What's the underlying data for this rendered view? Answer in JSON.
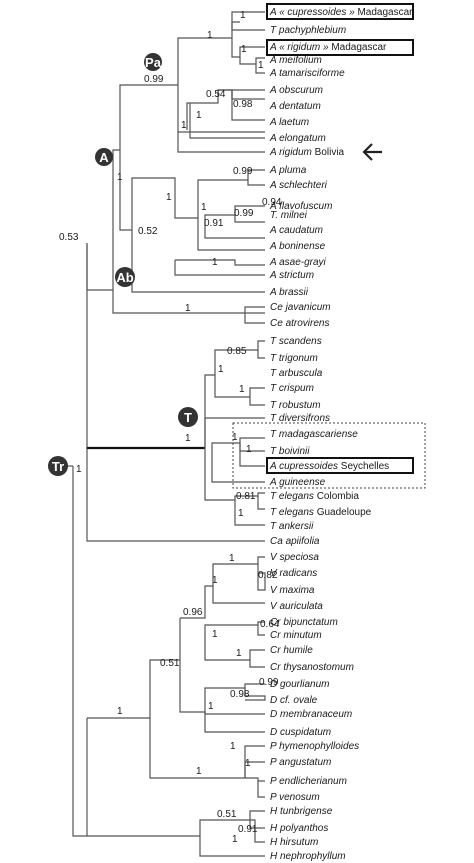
{
  "node_labels": {
    "pa": "Pa",
    "a": "A",
    "ab": "Ab",
    "t": "T",
    "tr": "Tr"
  },
  "supports": {
    "root": "1",
    "ir": "1",
    "a_crown": "0.53",
    "a_node": "1",
    "pa": "0.99",
    "cup_pachy": "1",
    "cup_pair": "1",
    "rig_mad": "1",
    "meifo": "1",
    "obscurum": "0.54",
    "dent_laet": "0.98",
    "obs_grp": "1",
    "pa_inner": "1",
    "ab_inner": "0.52",
    "pluma": "0.99",
    "pluma_grp": "1",
    "flavo": "1",
    "flavo_milnei": "0.94",
    "milnei_caud": "0.99",
    "caud_grp": "0.91",
    "asae": "1",
    "ceph": "1",
    "t": "1",
    "scandens": "0.85",
    "scand_arb": "1",
    "crispum": "1",
    "mad_boiv": "1",
    "mad_grp": "1",
    "guad": "0.81",
    "eleg_ank": "1",
    "vand": "0.51",
    "vand_a": "0.96",
    "vand_b": "1",
    "vand_c": "1",
    "radicans": "0.82",
    "crep_a": "1",
    "bipunct": "0.64",
    "crep_b": "1",
    "didy_a": "0.99",
    "didy_b": "0.98",
    "didy_c": "1",
    "poly": "1",
    "poly_a": "1",
    "poly_b": "1",
    "hymen_a": "0.51",
    "hymen_b": "0.91",
    "hymen_c": "1"
  },
  "taxa": [
    {
      "g": "A",
      "s": "« cupressoides »",
      "loc": "Madagascar"
    },
    {
      "g": "T",
      "s": "pachyphlebium",
      "loc": ""
    },
    {
      "g": "A",
      "s": "« rigidum »",
      "loc": "Madagascar"
    },
    {
      "g": "A",
      "s": "meifolium",
      "loc": ""
    },
    {
      "g": "A",
      "s": "tamarisciforme",
      "loc": ""
    },
    {
      "g": "A",
      "s": "obscurum",
      "loc": ""
    },
    {
      "g": "A",
      "s": "dentatum",
      "loc": ""
    },
    {
      "g": "A",
      "s": "laetum",
      "loc": ""
    },
    {
      "g": "A",
      "s": "elongatum",
      "loc": ""
    },
    {
      "g": "A",
      "s": "rigidum",
      "loc": "Bolivia"
    },
    {
      "g": "A",
      "s": "pluma",
      "loc": ""
    },
    {
      "g": "A",
      "s": "schlechteri",
      "loc": ""
    },
    {
      "g": "A",
      "s": "flavofuscum",
      "loc": ""
    },
    {
      "g": "T.",
      "s": "milnei",
      "loc": ""
    },
    {
      "g": "A",
      "s": "caudatum",
      "loc": ""
    },
    {
      "g": "A",
      "s": "boninense",
      "loc": ""
    },
    {
      "g": "A",
      "s": "asae-grayi",
      "loc": ""
    },
    {
      "g": "A",
      "s": "strictum",
      "loc": ""
    },
    {
      "g": "A",
      "s": "brassii",
      "loc": ""
    },
    {
      "g": "Ce",
      "s": "javanicum",
      "loc": ""
    },
    {
      "g": "Ce",
      "s": "atrovirens",
      "loc": ""
    },
    {
      "g": "T",
      "s": "scandens",
      "loc": ""
    },
    {
      "g": "T",
      "s": "trigonum",
      "loc": ""
    },
    {
      "g": "T",
      "s": "arbuscula",
      "loc": ""
    },
    {
      "g": "T",
      "s": "crispum",
      "loc": ""
    },
    {
      "g": "T",
      "s": "robustum",
      "loc": ""
    },
    {
      "g": "T",
      "s": "diversifrons",
      "loc": ""
    },
    {
      "g": "T",
      "s": "madagascariense",
      "loc": ""
    },
    {
      "g": "T",
      "s": "boivinii",
      "loc": ""
    },
    {
      "g": "A",
      "s": "cupressoides",
      "loc": "Seychelles"
    },
    {
      "g": "A",
      "s": "guineense",
      "loc": ""
    },
    {
      "g": "T",
      "s": "elegans",
      "loc": "Colombia"
    },
    {
      "g": "T",
      "s": "elegans",
      "loc": "Guadeloupe"
    },
    {
      "g": "T",
      "s": "ankersii",
      "loc": ""
    },
    {
      "g": "Ca",
      "s": "apiifolia",
      "loc": ""
    },
    {
      "g": "V",
      "s": "speciosa",
      "loc": ""
    },
    {
      "g": "V",
      "s": "radicans",
      "loc": ""
    },
    {
      "g": "V",
      "s": "maxima",
      "loc": ""
    },
    {
      "g": "V",
      "s": "auriculata",
      "loc": ""
    },
    {
      "g": "Cr",
      "s": "bipunctatum",
      "loc": ""
    },
    {
      "g": "Cr",
      "s": "minutum",
      "loc": ""
    },
    {
      "g": "Cr",
      "s": "humile",
      "loc": ""
    },
    {
      "g": "Cr",
      "s": "thysanostomum",
      "loc": ""
    },
    {
      "g": "D",
      "s": "gourlianum",
      "loc": ""
    },
    {
      "g": "D",
      "s": "cf. ovale",
      "loc": ""
    },
    {
      "g": "D",
      "s": "membranaceum",
      "loc": ""
    },
    {
      "g": "D",
      "s": "cuspidatum",
      "loc": ""
    },
    {
      "g": "P",
      "s": "hymenophylloides",
      "loc": ""
    },
    {
      "g": "P",
      "s": "angustatum",
      "loc": ""
    },
    {
      "g": "P",
      "s": "endlicherianum",
      "loc": ""
    },
    {
      "g": "P",
      "s": "venosum",
      "loc": ""
    },
    {
      "g": "H",
      "s": "tunbrigense",
      "loc": ""
    },
    {
      "g": "H",
      "s": "polyanthos",
      "loc": ""
    },
    {
      "g": "H",
      "s": "hirsutum",
      "loc": ""
    },
    {
      "g": "H",
      "s": "nephrophyllum",
      "loc": ""
    }
  ],
  "arrow_icon": "left-arrow-icon"
}
